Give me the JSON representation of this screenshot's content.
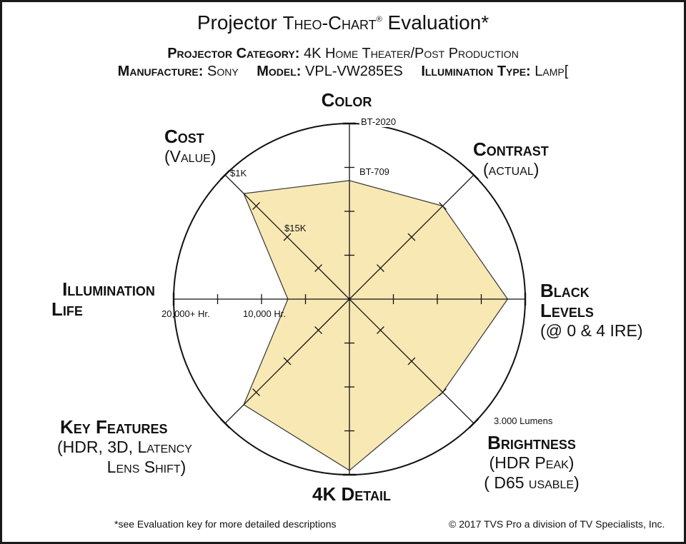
{
  "header": {
    "title_pre": "Projector",
    "title_brand": "Theo-Chart",
    "title_reg": "®",
    "title_post": "Evaluation*",
    "category_label": "Projector Category:",
    "category_value": "4K Home Theater/Post Production",
    "manufacture_label": "Manufacture:",
    "manufacture_value": "Sony",
    "model_label": "Model:",
    "model_value": "VPL-VW285ES",
    "illumination_label": "Illumination Type:",
    "illumination_value": "Lamp["
  },
  "chart_data": {
    "type": "radar",
    "rmax": 4,
    "axes": [
      {
        "key": "color",
        "title": "Color",
        "subtitle": [],
        "angle": 0,
        "value": 2.7,
        "tick_labels": [
          {
            "level": 4,
            "text": "BT-2020"
          },
          {
            "level": 3,
            "text": "BT-709"
          }
        ]
      },
      {
        "key": "contrast",
        "title": "Contrast",
        "subtitle": [
          "(actual)"
        ],
        "angle": 45,
        "value": 3.0,
        "tick_labels": []
      },
      {
        "key": "black_levels",
        "title": "Black",
        "title2": "Levels",
        "subtitle": [
          "(@ 0 & 4 IRE)"
        ],
        "angle": 90,
        "value": 3.6,
        "tick_labels": []
      },
      {
        "key": "brightness",
        "title": "Brightness",
        "subtitle": [
          "(HDR Peak)",
          "( D65 usable)"
        ],
        "angle": 135,
        "value": 3.0,
        "tick_labels": [
          {
            "level": 4,
            "text": "3.000 Lumens"
          }
        ]
      },
      {
        "key": "detail_4k",
        "title": "4K Detail",
        "subtitle": [],
        "angle": 180,
        "value": 3.9,
        "tick_labels": []
      },
      {
        "key": "key_features",
        "title": "Key Features",
        "subtitle": [
          "(HDR, 3D, Latency",
          "Lens Shift)"
        ],
        "angle": 225,
        "value": 3.4,
        "tick_labels": []
      },
      {
        "key": "illumination_life",
        "title": "Illumination",
        "title2": "Life",
        "subtitle": [],
        "angle": 270,
        "value": 1.4,
        "tick_labels": [
          {
            "level": 4,
            "text": "20,000+ Hr."
          },
          {
            "level": 2,
            "text": "10,000 Hr."
          }
        ]
      },
      {
        "key": "cost",
        "title": "Cost",
        "subtitle": [
          "(Value)"
        ],
        "angle": 315,
        "value": 3.4,
        "tick_labels": [
          {
            "level": 4,
            "text": "$1K"
          },
          {
            "level": 2,
            "text": "$15K"
          }
        ]
      }
    ],
    "grid": false,
    "colors": {
      "fill": "#f8e8b4",
      "stroke": "#333333",
      "axis": "#111111"
    }
  },
  "footer": {
    "note": "*see Evaluation key for more detailed descriptions",
    "copyright": "© 2017 TVS Pro a division of TV Specialists, Inc."
  }
}
